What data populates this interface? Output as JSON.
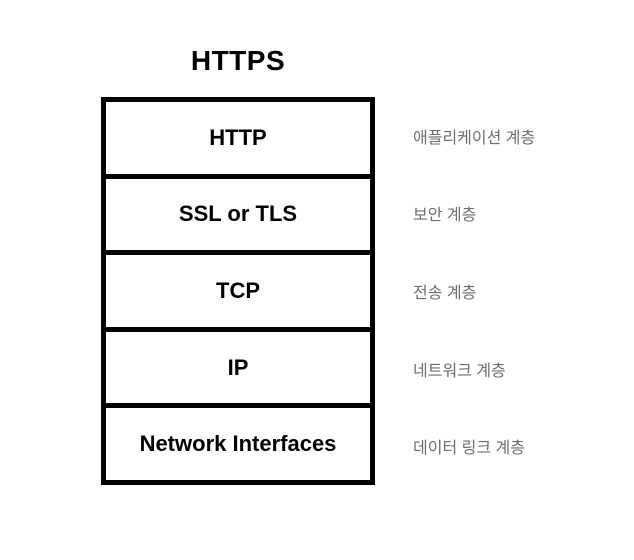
{
  "title": "HTTPS",
  "colors": {
    "background": "#ffffff",
    "stack_border": "#000000",
    "stack_text": "#000000",
    "side_label_text": "#6e6e6e"
  },
  "layers": [
    {
      "protocol": "HTTP",
      "layer_ko": "애플리케이션 계층"
    },
    {
      "protocol": "SSL or TLS",
      "layer_ko": "보안 계층"
    },
    {
      "protocol": "TCP",
      "layer_ko": "전송 계층"
    },
    {
      "protocol": "IP",
      "layer_ko": "네트워크 계층"
    },
    {
      "protocol": "Network Interfaces",
      "layer_ko": "데이터 링크 계층"
    }
  ]
}
